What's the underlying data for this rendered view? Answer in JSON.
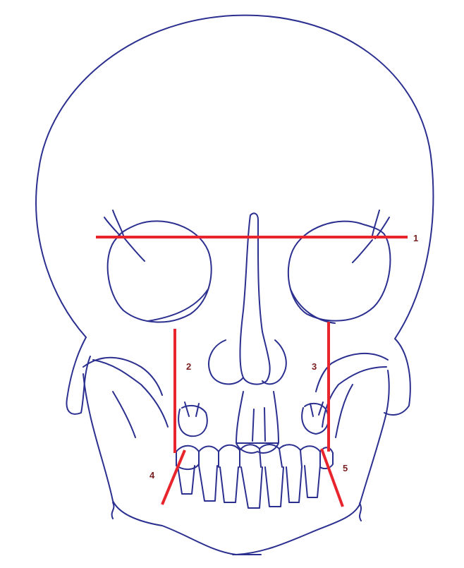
{
  "colors": {
    "outline": "#2b2f8f",
    "reference_line": "#e8242c",
    "label": "#7a1f1f",
    "background": "#ffffff"
  },
  "labels": {
    "l1": "1",
    "l2": "2",
    "l3": "3",
    "l4": "4",
    "l5": "5"
  }
}
